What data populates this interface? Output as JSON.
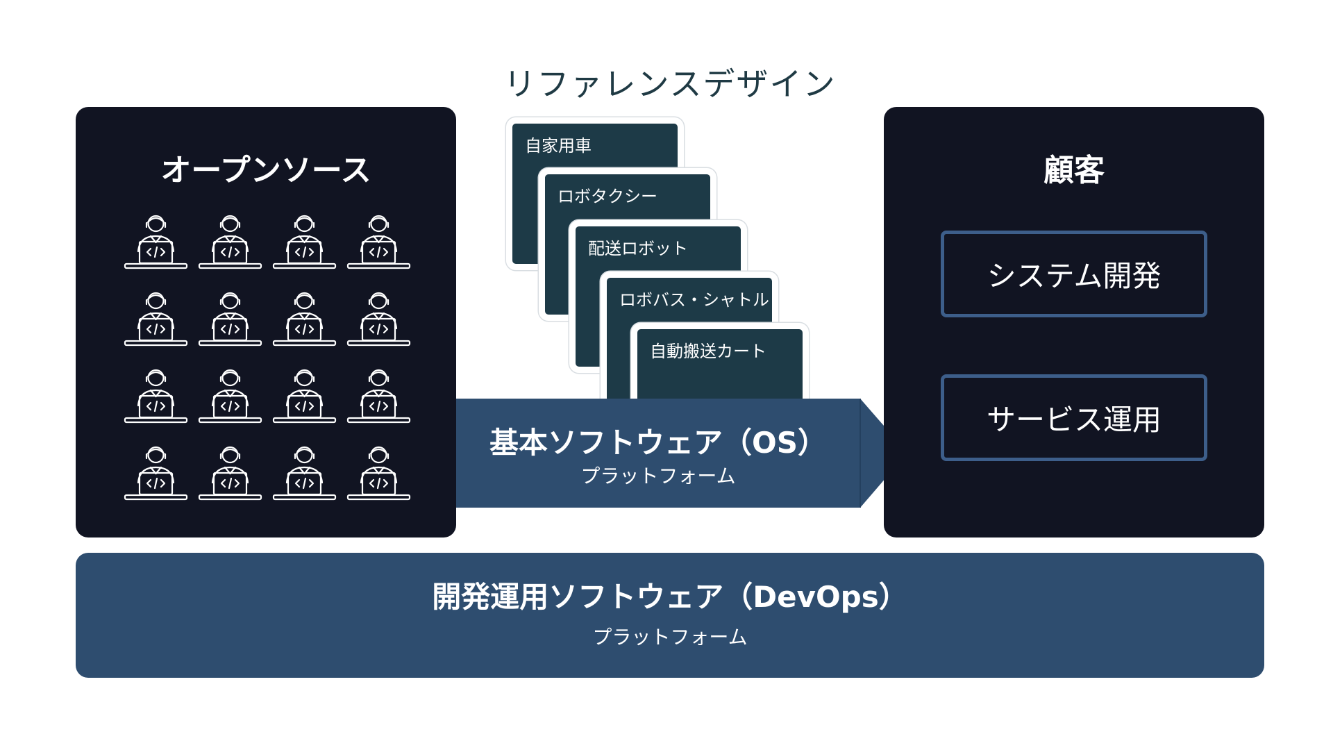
{
  "title": "リファレンスデザイン",
  "open_source": {
    "title": "オープンソース",
    "developer_icon": "developer-at-laptop-icon",
    "developer_count": 16
  },
  "reference_designs": [
    "自家用車",
    "ロボタクシー",
    "配送ロボット",
    "ロボバス・シャトル",
    "自動搬送カート"
  ],
  "os_arrow": {
    "main": "基本ソフトウェア（OS）",
    "sub": "プラットフォーム"
  },
  "customer": {
    "title": "顧客",
    "boxes": [
      "システム開発",
      "サービス運用"
    ]
  },
  "devops": {
    "main": "開発運用ソフトウェア（DevOps）",
    "sub": "プラットフォーム"
  },
  "colors": {
    "dark_panel": "#111422",
    "platform_blue": "#2e4d6f",
    "card_teal": "#1d3a47",
    "box_border": "#3d5e8a",
    "title_text": "#1f3a44"
  }
}
